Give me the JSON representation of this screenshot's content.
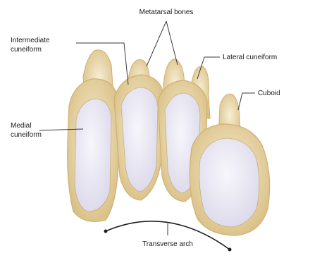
{
  "diagram": {
    "labels": {
      "metatarsal": "Metatarsal bones",
      "intermediate_1": "Intermediate",
      "intermediate_2": "cuneiform",
      "lateral": "Lateral cuneiform",
      "cuboid": "Cuboid",
      "medial_1": "Medial",
      "medial_2": "cuneiform",
      "arch": "Transverse arch"
    },
    "colors": {
      "bone_edge": "#d8bf82",
      "bone_fill": "#f3e6c4",
      "articular_surface": "#ebe9f4",
      "leader_line": "#3a3a3a",
      "arch_line": "#1f1f1f"
    }
  }
}
